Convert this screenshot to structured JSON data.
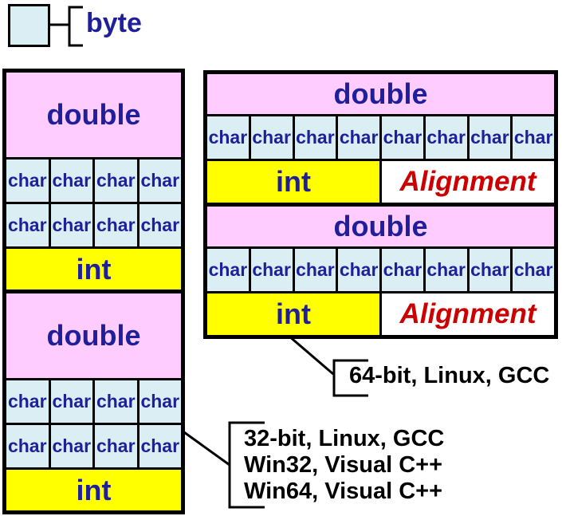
{
  "colors": {
    "pink": "#ffccff",
    "light_blue": "#daeef3",
    "yellow": "#ffff00",
    "navy": "#1f1f99",
    "red": "#cc0000",
    "black": "#000000",
    "white": "#ffffff"
  },
  "legend": {
    "label": "byte"
  },
  "labels": {
    "double": "double",
    "char": "char",
    "int": "int",
    "alignment": "Alignment"
  },
  "captions": {
    "right": "64-bit, Linux, GCC",
    "left_lines": [
      "32-bit, Linux, GCC",
      "Win32, Visual C++",
      "Win64, Visual C++"
    ]
  }
}
